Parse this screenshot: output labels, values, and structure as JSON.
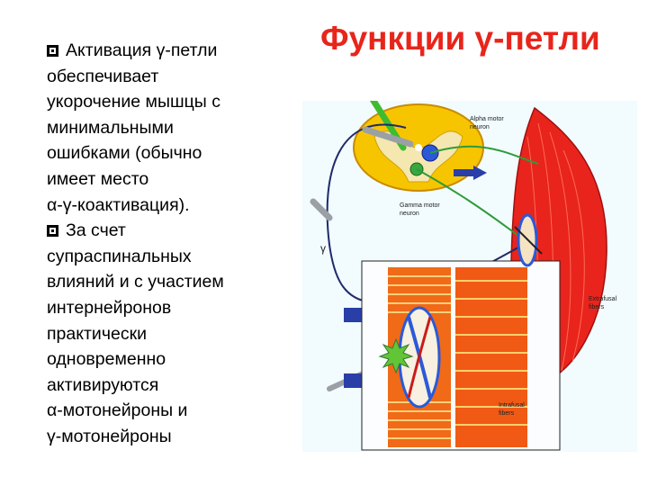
{
  "slide": {
    "title": "Функции γ-петли",
    "paragraphs": [
      {
        "lines": [
          "Активация γ-петли",
          "обеспечивает",
          "укорочение мышцы с",
          "минимальными",
          "ошибками (обычно",
          "имеет место",
          "α-γ-коактивация)."
        ]
      },
      {
        "lines": [
          "За счет",
          "супраспинальных",
          "влияний и с участием",
          "интернейронов",
          "практически",
          "одновременно",
          "активируются",
          "α-мотонейроны и",
          "γ-мотонейроны"
        ]
      }
    ]
  },
  "figure": {
    "labels": {
      "alpha_motor": [
        "Alpha motor",
        "neuron"
      ],
      "gamma_motor": [
        "Gamma motor",
        "neuron"
      ],
      "gamma_symbol": "γ",
      "extrafusal": [
        "Extrafusal",
        "fibers"
      ],
      "intrafusal": [
        "Intrafusal",
        "fibers"
      ]
    },
    "colors": {
      "title": "#e8251b",
      "spinal_cord": "#f7c500",
      "muscle": "#e8241c",
      "spindle_blue": "#2a5ad8",
      "axon_green": "#2e9b3a",
      "background_panel": "#f2fbfd"
    }
  }
}
